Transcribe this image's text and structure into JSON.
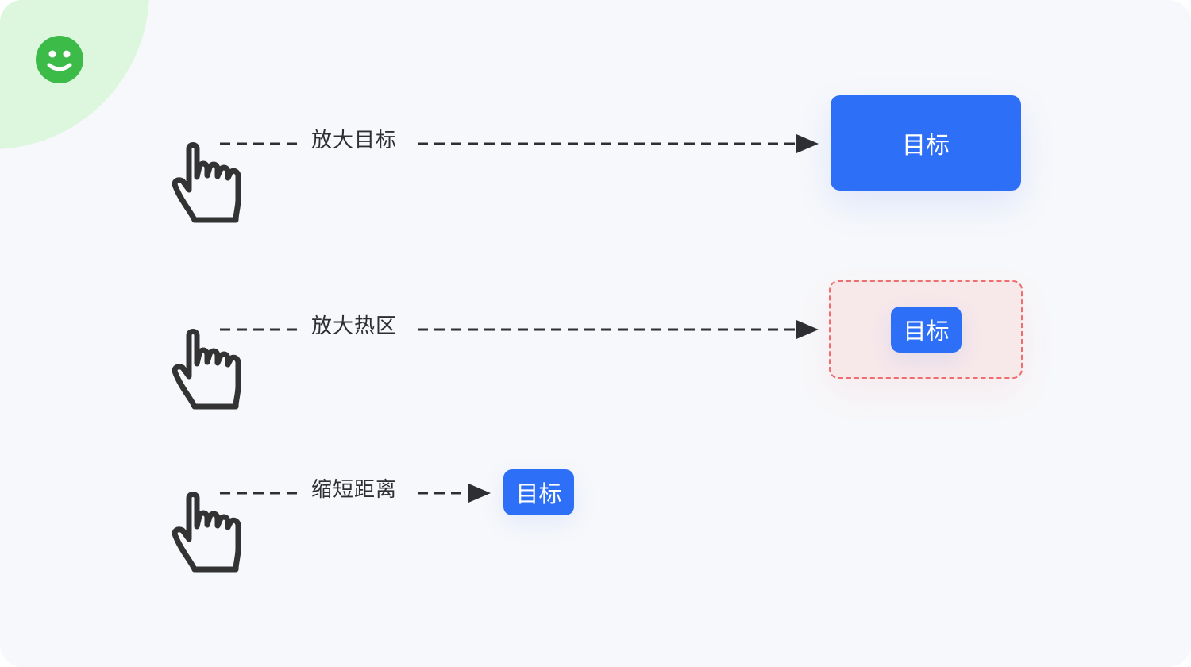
{
  "rows": [
    {
      "label": "放大目标",
      "target_text": "目标"
    },
    {
      "label": "放大热区",
      "target_text": "目标"
    },
    {
      "label": "缩短距离",
      "target_text": "目标"
    }
  ],
  "icons": {
    "status": "smiley-face-icon",
    "pointer": "hand-pointer-icon"
  },
  "colors": {
    "canvas_bg": "#f7f8fb",
    "corner_green": "#dcf7dd",
    "smiley_green": "#3dbb48",
    "target_blue": "#2e6ff7",
    "hotzone_fill": "#f7e8ea",
    "hotzone_border": "#ef6d6d",
    "line_text": "#2e2f33"
  }
}
